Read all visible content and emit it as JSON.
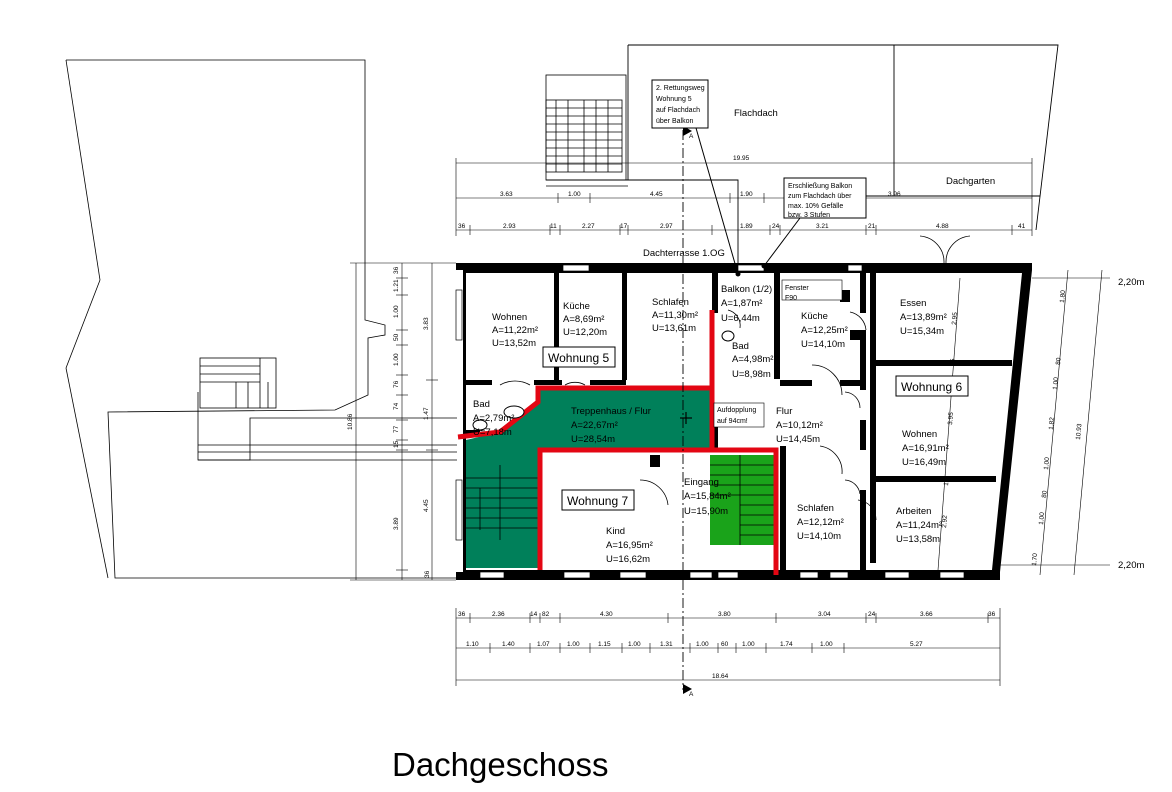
{
  "title": "Dachgeschoss",
  "colors": {
    "wall": "#000000",
    "fire_wall": "#e30613",
    "stair_area": "#00805a",
    "stair": "#1aa31a"
  },
  "labels": {
    "flachdach": "Flachdach",
    "dachgarten": "Dachgarten",
    "dachterrasse": "Dachterrasse 1.OG",
    "fenster": "Fenster",
    "f90": "F90",
    "aufdopplung_1": "Aufdopplung",
    "aufdopplung_2": "auf 94cm!",
    "level_top": "2,20m",
    "level_bottom": "2,20m"
  },
  "notes": {
    "rettungsweg": [
      "2. Rettungsweg",
      "Wohnung 5",
      "auf Flachdach",
      "über Balkon"
    ],
    "erschliessung": [
      "Erschließung Balkon",
      "zum Flachdach über",
      "max. 10% Gefälle",
      "bzw. 3 Stufen"
    ]
  },
  "units": {
    "w5": "Wohnung 5",
    "w6": "Wohnung 6",
    "w7": "Wohnung 7"
  },
  "rooms": {
    "wohnen5": {
      "name": "Wohnen",
      "a": "A=11,22m²",
      "u": "U=13,52m"
    },
    "kueche5": {
      "name": "Küche",
      "a": "A=8,69m²",
      "u": "U=12,20m"
    },
    "schlafen5": {
      "name": "Schlafen",
      "a": "A=11,30m²",
      "u": "U=13,61m"
    },
    "balkon": {
      "name": "Balkon (1/2)",
      "a": "A=1,87m²",
      "u": "U=6,44m"
    },
    "kueche6": {
      "name": "Küche",
      "a": "A=12,25m²",
      "u": "U=14,10m"
    },
    "essen": {
      "name": "Essen",
      "a": "A=13,89m²",
      "u": "U=15,34m"
    },
    "bad6": {
      "name": "Bad",
      "a": "A=4,98m²",
      "u": "U=8,98m"
    },
    "bad5": {
      "name": "Bad",
      "a": "A=2,79m²",
      "u": "U=7,18m"
    },
    "treppenhaus": {
      "name": "Treppenhaus / Flur",
      "a": "A=22,67m²",
      "u": "U=28,54m"
    },
    "flur": {
      "name": "Flur",
      "a": "A=10,12m²",
      "u": "U=14,45m"
    },
    "wohnen6": {
      "name": "Wohnen",
      "a": "A=16,91m²",
      "u": "U=16,49m"
    },
    "eingang": {
      "name": "Eingang",
      "a": "A=15,84m²",
      "u": "U=15,90m"
    },
    "schlafen6": {
      "name": "Schlafen",
      "a": "A=12,12m²",
      "u": "U=14,10m"
    },
    "arbeiten": {
      "name": "Arbeiten",
      "a": "A=11,24m²",
      "u": "U=13,58m"
    },
    "kind": {
      "name": "Kind",
      "a": "A=16,95m²",
      "u": "U=16,62m"
    }
  },
  "dimensions": {
    "top_total": "19.95",
    "top_row1": [
      "3.63",
      "1.00",
      "4.45",
      "1.90",
      "3.96"
    ],
    "top_row2": [
      "36",
      "2.93",
      "11",
      "2.27",
      "17",
      "2.97",
      "1.89",
      "24",
      "3.21",
      "21",
      "4.88",
      "41"
    ],
    "bottom_row1": [
      "36",
      "2.36",
      "14",
      "82",
      "4.30",
      "3.80",
      "3.04",
      "24",
      "3.66",
      "36"
    ],
    "bottom_row2": [
      "1.10",
      "1.40",
      "1.07",
      "1.00",
      "1.15",
      "1.00",
      "1.31",
      "1.00",
      "60",
      "1.00",
      "1.74",
      "1.00",
      "5.27"
    ],
    "bottom_total": "18.64",
    "left_outer": [
      "10.86",
      "3.89"
    ],
    "left_inner": [
      "3.83",
      "1.47",
      "4.45"
    ],
    "left_detail": [
      "36",
      "1.21",
      "1.00",
      "50",
      "1.00",
      "76",
      "74",
      "77",
      "15",
      "36"
    ],
    "right_inner": [
      "2.95",
      "15",
      "3.95",
      "2.92",
      "15"
    ],
    "right_outer": [
      "1.80",
      "80",
      "1.00",
      "1.82",
      "1.00",
      "80",
      "1.00",
      "1.70"
    ],
    "right_total": "10.93"
  },
  "section_marker": "A"
}
